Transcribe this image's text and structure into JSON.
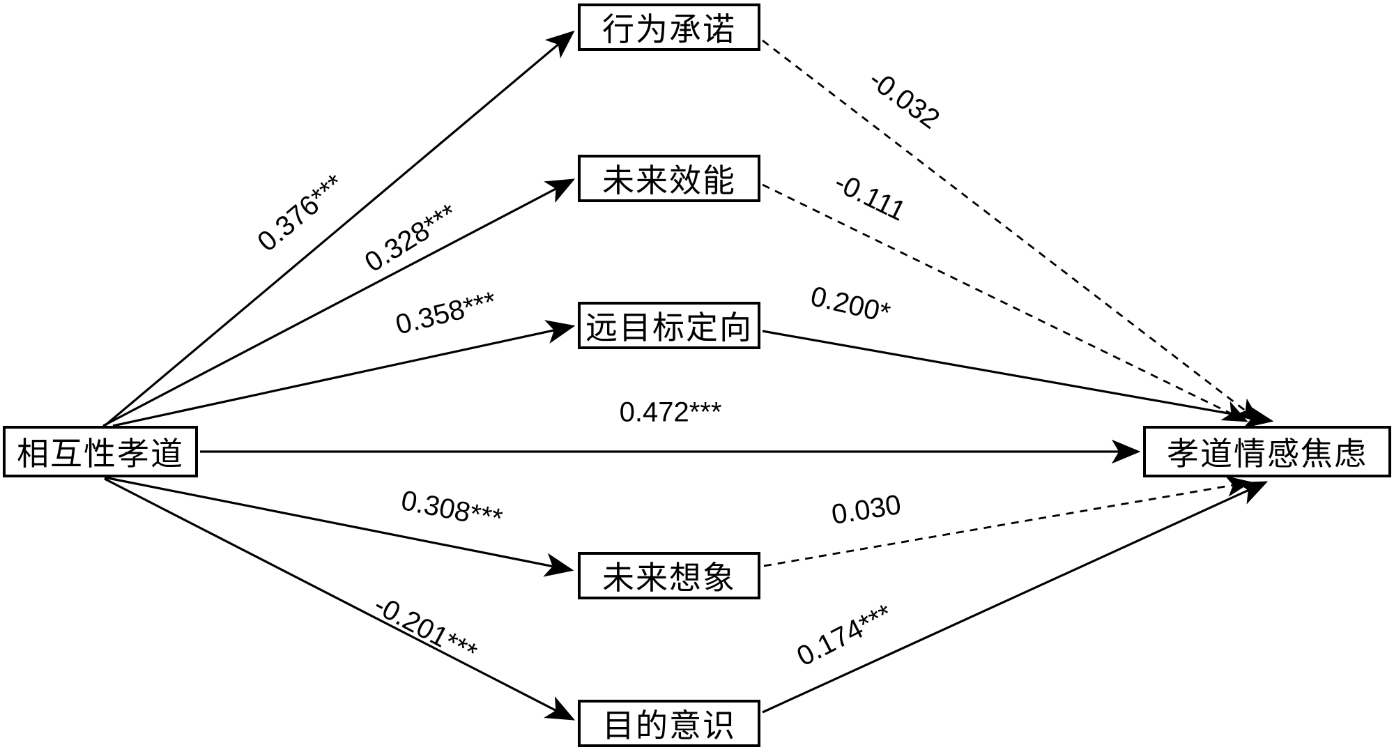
{
  "figure": {
    "type": "path-diagram",
    "colors": {
      "line": "#000000",
      "background": "#ffffff",
      "text": "#000000"
    },
    "nodes": {
      "predictor": {
        "label": "相互性孝道"
      },
      "mediators": [
        {
          "label": "行为承诺"
        },
        {
          "label": "未来效能"
        },
        {
          "label": "远目标定向"
        },
        {
          "label": "未来想象"
        },
        {
          "label": "目的意识"
        }
      ],
      "outcome": {
        "label": "孝道情感焦虑"
      }
    },
    "paths": [
      {
        "from": "相互性孝道",
        "to": "行为承诺",
        "coefficient": "0.376***",
        "line": "solid"
      },
      {
        "from": "相互性孝道",
        "to": "未来效能",
        "coefficient": "0.328***",
        "line": "solid"
      },
      {
        "from": "相互性孝道",
        "to": "远目标定向",
        "coefficient": "0.358***",
        "line": "solid"
      },
      {
        "from": "相互性孝道",
        "to": "孝道情感焦虑",
        "coefficient": "0.472***",
        "line": "solid"
      },
      {
        "from": "相互性孝道",
        "to": "未来想象",
        "coefficient": "0.308***",
        "line": "solid"
      },
      {
        "from": "相互性孝道",
        "to": "目的意识",
        "coefficient": "-0.201***",
        "line": "solid"
      },
      {
        "from": "行为承诺",
        "to": "孝道情感焦虑",
        "coefficient": "-0.032",
        "line": "dashed"
      },
      {
        "from": "未来效能",
        "to": "孝道情感焦虑",
        "coefficient": "-0.111",
        "line": "dashed"
      },
      {
        "from": "远目标定向",
        "to": "孝道情感焦虑",
        "coefficient": "0.200*",
        "line": "solid"
      },
      {
        "from": "未来想象",
        "to": "孝道情感焦虑",
        "coefficient": "0.030",
        "line": "dashed"
      },
      {
        "from": "目的意识",
        "to": "孝道情感焦虑",
        "coefficient": "0.174***",
        "line": "solid"
      }
    ]
  }
}
